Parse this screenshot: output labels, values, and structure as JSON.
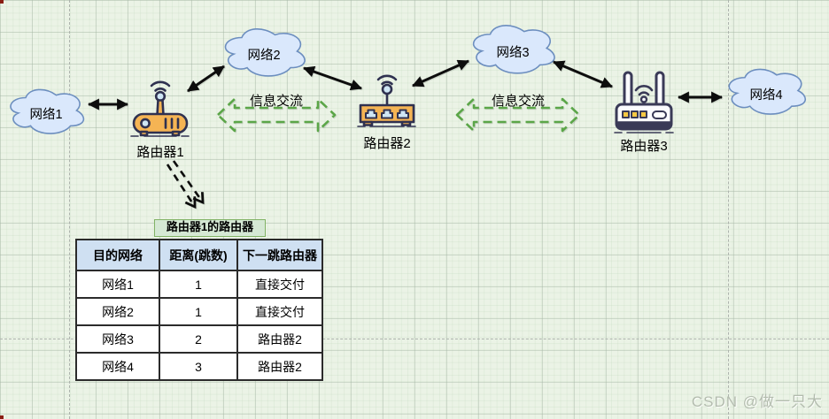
{
  "clouds": [
    {
      "label": "网络1"
    },
    {
      "label": "网络2"
    },
    {
      "label": "网络3"
    },
    {
      "label": "网络4"
    }
  ],
  "routers": [
    {
      "label": "路由器1"
    },
    {
      "label": "路由器2"
    },
    {
      "label": "路由器3"
    }
  ],
  "exchange": {
    "label1": "信息交流",
    "label2": "信息交流"
  },
  "routing_table": {
    "title": "路由器1的路由器",
    "columns": [
      "目的网络",
      "距离(跳数)",
      "下一跳路由器"
    ],
    "rows": [
      [
        "网络1",
        "1",
        "直接交付"
      ],
      [
        "网络2",
        "1",
        "直接交付"
      ],
      [
        "网络3",
        "2",
        "路由器2"
      ],
      [
        "网络4",
        "3",
        "路由器2"
      ]
    ]
  },
  "watermark": "CSDN @做一只大",
  "colors": {
    "canvas_bg": "#ebf3e6",
    "cloud_fill": "#dae8fc",
    "cloud_stroke": "#6c8ebf",
    "router_orange": "#f5b454",
    "router_dark": "#2f3150",
    "green_arrow": "#5ba648",
    "table_header_bg": "#cfe0f2",
    "title_bg": "#d5e8d4",
    "title_border": "#82b366",
    "arrow_black": "#0d0d0d"
  }
}
